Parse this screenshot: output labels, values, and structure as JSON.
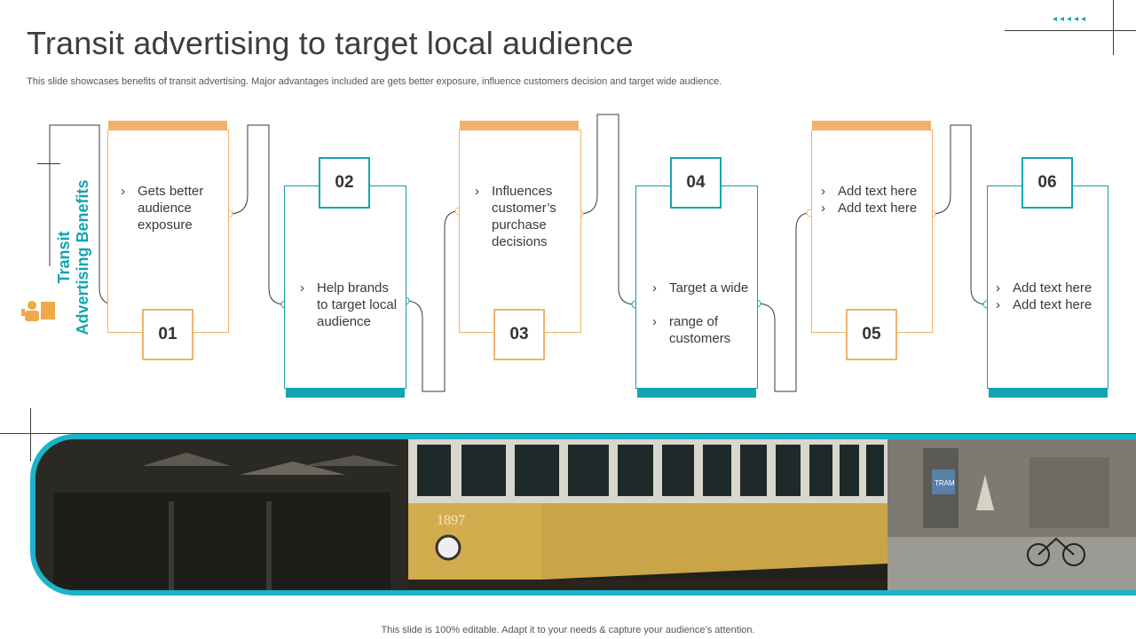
{
  "slide": {
    "title": "Transit advertising to target local audience",
    "subtitle": "This slide showcases benefits of transit advertising. Major advantages included are gets better exposure, influence customers decision and target wide audience.",
    "side_label_line1": "Transit",
    "side_label_line2": "Advertising Benefits",
    "footer": "This slide is 100% editable. Adapt it to your needs & capture your audience’s attention.",
    "accent_orange": "#f0b36b",
    "accent_teal": "#13a4b1"
  },
  "cards": [
    {
      "number": "01",
      "items": [
        "Gets better audience exposure"
      ]
    },
    {
      "number": "02",
      "items": [
        "Help brands to target local audience"
      ]
    },
    {
      "number": "03",
      "items": [
        "Influences customer’s purchase decisions"
      ]
    },
    {
      "number": "04",
      "items": [
        "Target a wide",
        "range of customers"
      ]
    },
    {
      "number": "05",
      "items": [
        "Add text here",
        "Add text here"
      ]
    },
    {
      "number": "06",
      "items": [
        "Add text here",
        "Add text here"
      ]
    }
  ],
  "image": {
    "tram_text": "1897",
    "sign_text": "TRAM"
  }
}
